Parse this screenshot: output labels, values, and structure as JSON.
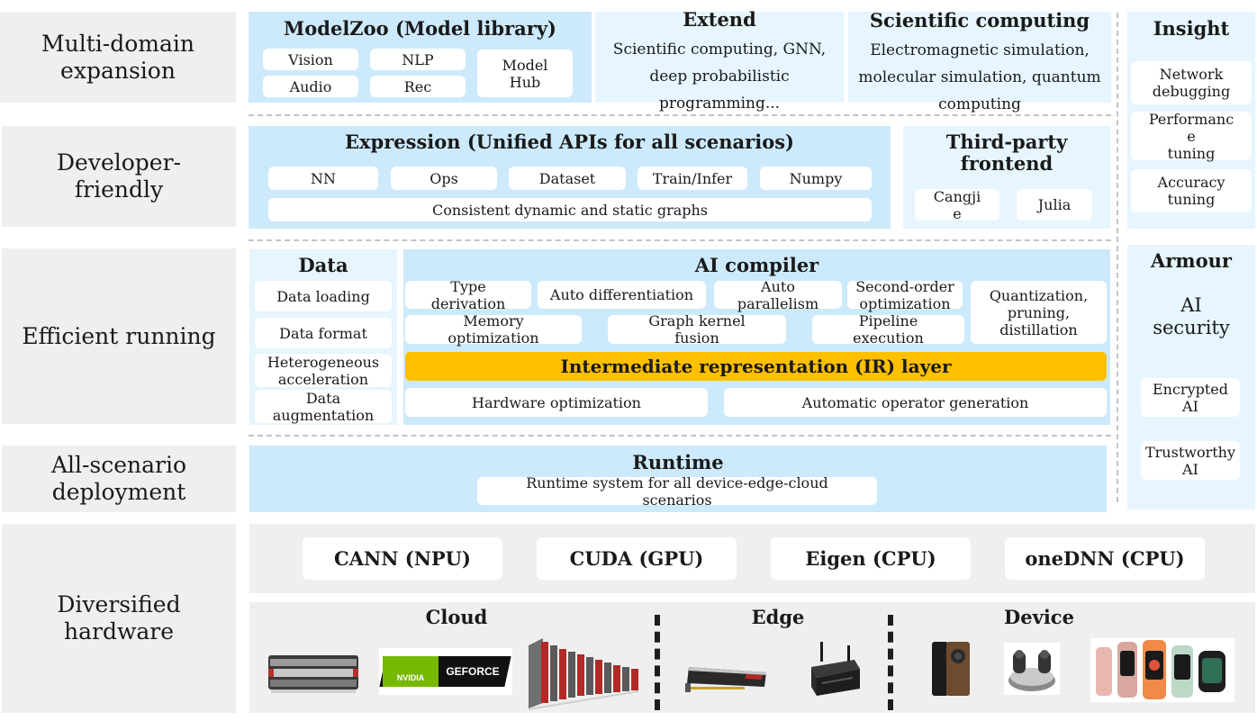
{
  "rows": [
    {
      "label": "Multi-domain\nexpansion"
    },
    {
      "label": "Developer-\nfriendly"
    },
    {
      "label": "Efficient running"
    },
    {
      "label": "All-scenario\ndeployment"
    },
    {
      "label": "Diversified\nhardware"
    }
  ],
  "modelzoo": {
    "title": "ModelZoo (Model library)",
    "items": [
      "Vision",
      "NLP",
      "Audio",
      "Rec"
    ],
    "hub": "Model\nHub"
  },
  "extend": {
    "title": "Extend",
    "text": "Scientific computing, GNN, deep probabilistic programming..."
  },
  "scicomp": {
    "title": "Scientific computing",
    "text": "Electromagnetic simulation, molecular simulation, quantum computing"
  },
  "insight": {
    "title": "Insight",
    "items": [
      "Network\ndebugging",
      "Performanc\ne\ntuning",
      "Accuracy\ntuning"
    ]
  },
  "expression": {
    "title": "Expression (Unified APIs for all scenarios)",
    "items": [
      "NN",
      "Ops",
      "Dataset",
      "Train/Infer",
      "Numpy"
    ],
    "graphs": "Consistent dynamic and static graphs"
  },
  "thirdparty": {
    "title": "Third-party\nfrontend",
    "items": [
      "Cangji\ne",
      "Julia"
    ]
  },
  "data": {
    "title": "Data",
    "items": [
      "Data loading",
      "Data format",
      "Heterogeneous\nacceleration",
      "Data\naugmentation"
    ]
  },
  "compiler": {
    "title": "AI compiler",
    "row1": [
      "Type\nderivation",
      "Auto differentiation",
      "Auto\nparallelism",
      "Second-order\noptimization"
    ],
    "quant": "Quantization,\npruning,\ndistillation",
    "row2": [
      "Memory\noptimization",
      "Graph kernel\nfusion",
      "Pipeline\nexecution"
    ],
    "ir": "Intermediate representation (IR) layer",
    "row3": [
      "Hardware optimization",
      "Automatic operator generation"
    ]
  },
  "armour": {
    "title": "Armour",
    "ai_security": "AI\nsecurity",
    "items": [
      "Encrypted\nAI",
      "Trustworthy\nAI"
    ]
  },
  "runtime": {
    "title": "Runtime",
    "text": "Runtime system for all device-edge-cloud\nscenarios"
  },
  "backends": [
    "CANN (NPU)",
    "CUDA (GPU)",
    "Eigen (CPU)",
    "oneDNN (CPU)"
  ],
  "deploy": {
    "sections": [
      "Cloud",
      "Edge",
      "Device"
    ],
    "geforce_logo": {
      "brand": "NVIDIA",
      "product": "GEFORCE"
    }
  },
  "colors": {
    "panel": "#cdeafc",
    "panel_light": "#e6f5fe",
    "row_gray": "#efefef",
    "ir": "#ffc000",
    "nvidia_green": "#76b900"
  }
}
